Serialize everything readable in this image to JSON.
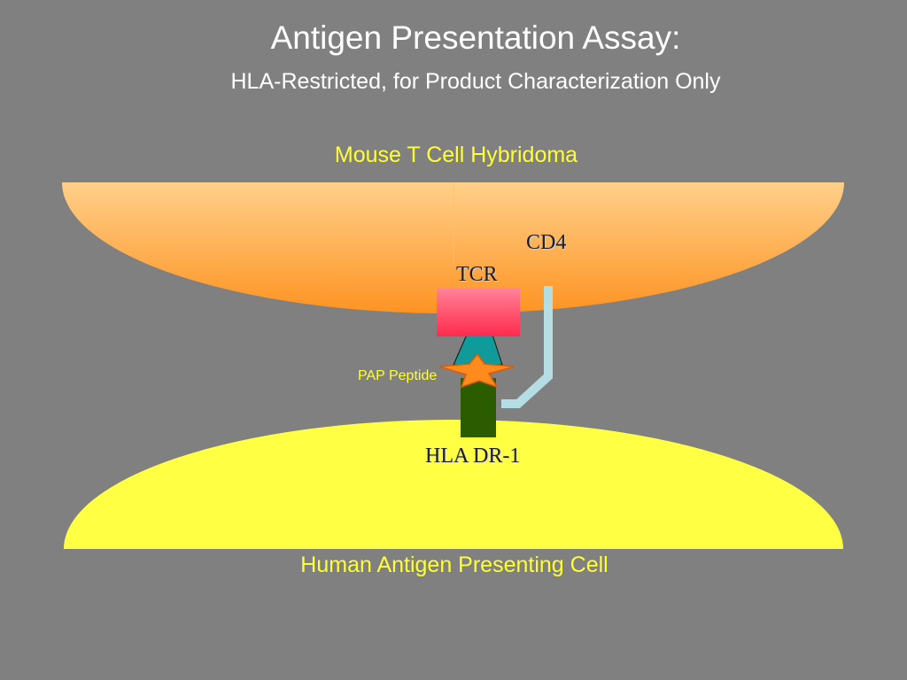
{
  "slide": {
    "title": "Antigen Presentation Assay:",
    "subtitle": "HLA-Restricted, for Product Characterization Only"
  },
  "labels": {
    "t_cell": "Mouse T Cell Hybridoma",
    "apc": "Human Antigen Presenting Cell",
    "cd4": "CD4",
    "tcr": "TCR",
    "peptide": "PAP Peptide",
    "hla": "HLA DR-1"
  },
  "colors": {
    "background": "#808080",
    "t_cell_top": "#ffd08a",
    "t_cell_bottom": "#ff9322",
    "apc": "#ffff44",
    "tcr_top": "#ff8297",
    "tcr_bottom": "#ff2a4c",
    "cd4": "#b5dde4",
    "hla": "#2b5c00",
    "tcr_triangle": "#109a9a",
    "peptide": "#ff8a1e",
    "caption": "#ffff33"
  }
}
